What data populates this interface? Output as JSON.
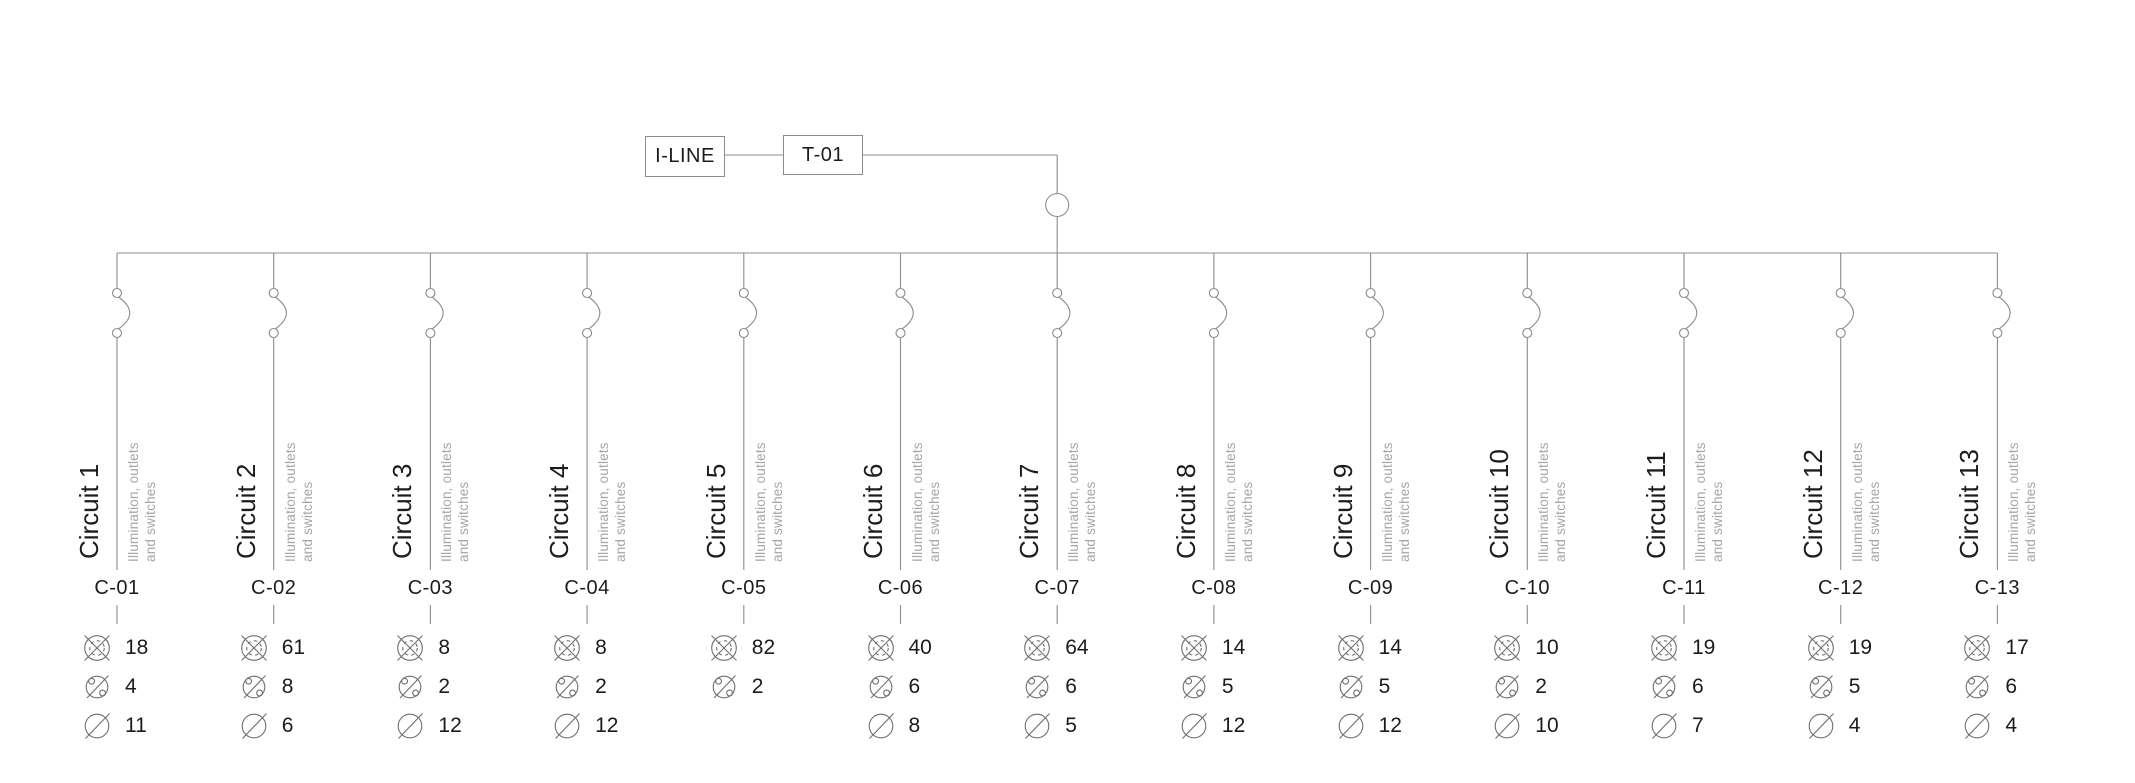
{
  "palette": {
    "line": "#8c8c8c",
    "icon_stroke": "#6f6f6f",
    "text": "#1c1c1c",
    "muted_text": "#a6a6a6",
    "background": "#ffffff"
  },
  "source": {
    "panel_label": "I-LINE",
    "transformer_label": "T-01",
    "meter_icon": "meter-circle-icon"
  },
  "breaker_icon": "breaker-symbol-icon",
  "subtitle_lines": {
    "line1": "Illumination, outlets",
    "line2": "and switches"
  },
  "icons": [
    "luminaire-icon",
    "switch-icon",
    "outlet-icon"
  ],
  "circuits": [
    {
      "title": "Circuit 1",
      "code": "C-01",
      "items": [
        {
          "icon": "luminaire-icon",
          "value": "18"
        },
        {
          "icon": "switch-icon",
          "value": "4"
        },
        {
          "icon": "outlet-icon",
          "value": "11"
        }
      ]
    },
    {
      "title": "Circuit 2",
      "code": "C-02",
      "items": [
        {
          "icon": "luminaire-icon",
          "value": "61"
        },
        {
          "icon": "switch-icon",
          "value": "8"
        },
        {
          "icon": "outlet-icon",
          "value": "6"
        }
      ]
    },
    {
      "title": "Circuit 3",
      "code": "C-03",
      "items": [
        {
          "icon": "luminaire-icon",
          "value": "8"
        },
        {
          "icon": "switch-icon",
          "value": "2"
        },
        {
          "icon": "outlet-icon",
          "value": "12"
        }
      ]
    },
    {
      "title": "Circuit 4",
      "code": "C-04",
      "items": [
        {
          "icon": "luminaire-icon",
          "value": "8"
        },
        {
          "icon": "switch-icon",
          "value": "2"
        },
        {
          "icon": "outlet-icon",
          "value": "12"
        }
      ]
    },
    {
      "title": "Circuit 5",
      "code": "C-05",
      "items": [
        {
          "icon": "luminaire-icon",
          "value": "82"
        },
        {
          "icon": "switch-icon",
          "value": "2"
        }
      ]
    },
    {
      "title": "Circuit 6",
      "code": "C-06",
      "items": [
        {
          "icon": "luminaire-icon",
          "value": "40"
        },
        {
          "icon": "switch-icon",
          "value": "6"
        },
        {
          "icon": "outlet-icon",
          "value": "8"
        }
      ]
    },
    {
      "title": "Circuit 7",
      "code": "C-07",
      "items": [
        {
          "icon": "luminaire-icon",
          "value": "64"
        },
        {
          "icon": "switch-icon",
          "value": "6"
        },
        {
          "icon": "outlet-icon",
          "value": "5"
        }
      ]
    },
    {
      "title": "Circuit 8",
      "code": "C-08",
      "items": [
        {
          "icon": "luminaire-icon",
          "value": "14"
        },
        {
          "icon": "switch-icon",
          "value": "5"
        },
        {
          "icon": "outlet-icon",
          "value": "12"
        }
      ]
    },
    {
      "title": "Circuit 9",
      "code": "C-09",
      "items": [
        {
          "icon": "luminaire-icon",
          "value": "14"
        },
        {
          "icon": "switch-icon",
          "value": "5"
        },
        {
          "icon": "outlet-icon",
          "value": "12"
        }
      ]
    },
    {
      "title": "Circuit 10",
      "code": "C-10",
      "items": [
        {
          "icon": "luminaire-icon",
          "value": "10"
        },
        {
          "icon": "switch-icon",
          "value": "2"
        },
        {
          "icon": "outlet-icon",
          "value": "10"
        }
      ]
    },
    {
      "title": "Circuit 11",
      "code": "C-11",
      "items": [
        {
          "icon": "luminaire-icon",
          "value": "19"
        },
        {
          "icon": "switch-icon",
          "value": "6"
        },
        {
          "icon": "outlet-icon",
          "value": "7"
        }
      ]
    },
    {
      "title": "Circuit 12",
      "code": "C-12",
      "items": [
        {
          "icon": "luminaire-icon",
          "value": "19"
        },
        {
          "icon": "switch-icon",
          "value": "5"
        },
        {
          "icon": "outlet-icon",
          "value": "4"
        }
      ]
    },
    {
      "title": "Circuit 13",
      "code": "C-13",
      "items": [
        {
          "icon": "luminaire-icon",
          "value": "17"
        },
        {
          "icon": "switch-icon",
          "value": "6"
        },
        {
          "icon": "outlet-icon",
          "value": "4"
        }
      ]
    }
  ]
}
